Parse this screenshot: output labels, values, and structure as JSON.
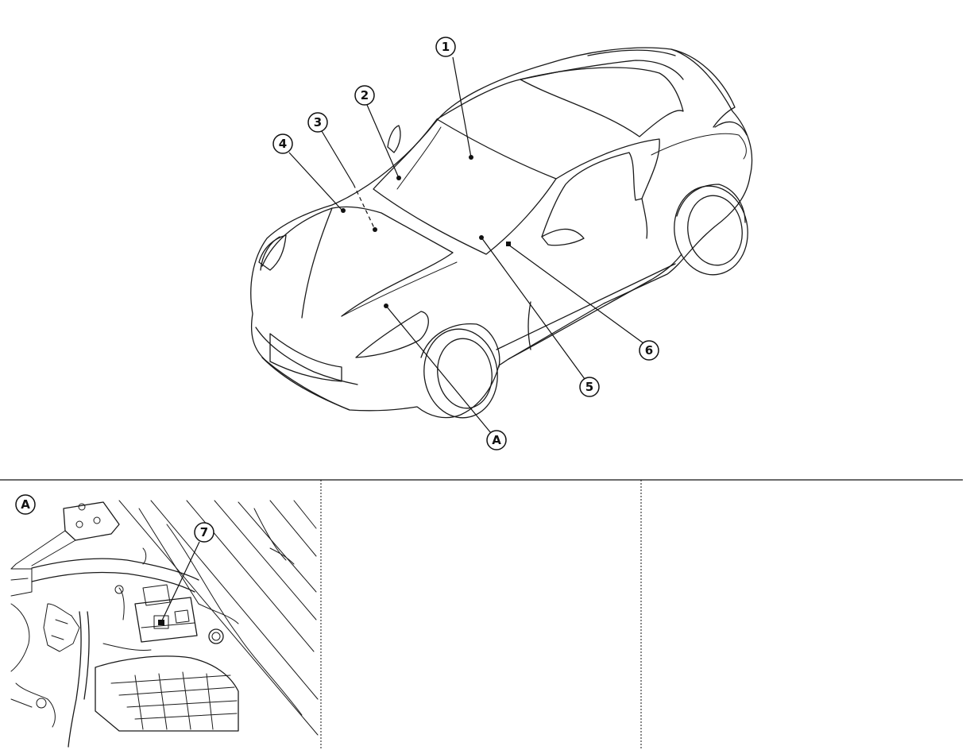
{
  "callouts": {
    "c1": "1",
    "c2": "2",
    "c3": "3",
    "c4": "4",
    "c5": "5",
    "c6": "6",
    "c7": "7",
    "cA": "A",
    "panelA": "A"
  }
}
